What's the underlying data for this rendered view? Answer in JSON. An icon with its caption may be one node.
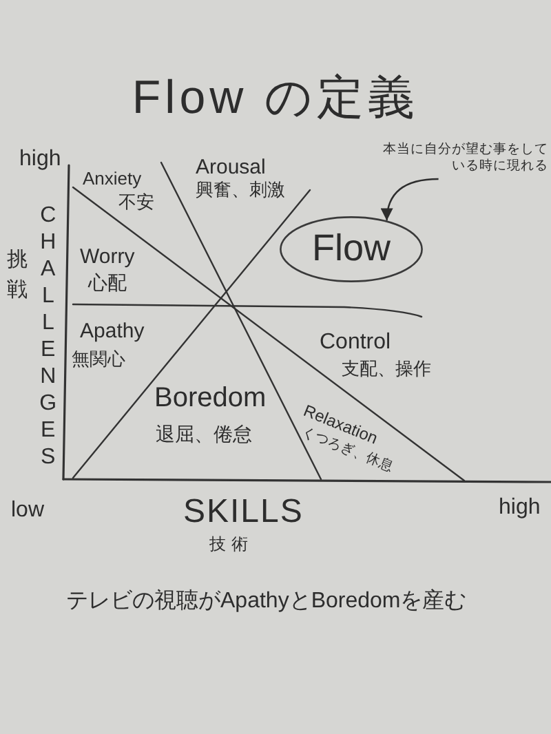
{
  "diagram": {
    "title": "Flow の定義",
    "nodes": [
      {
        "text": [
          "本当に自分が望む事をしている時に現れる"
        ]
      },
      {
        "text": [
          "Flow"
        ]
      }
    ],
    "edges": [
      {
        "from": 0,
        "to": 1,
        "arrow": "to"
      }
    ],
    "labels": [
      "high",
      "Anxiety",
      "不安",
      "Arousal",
      "興奮、刺激",
      "CHALLENGES",
      "挑戦",
      "Worry",
      "心配",
      "Apathy",
      "無関心",
      "Control",
      "支配、操作",
      "Boredom",
      "退屈、倦怠",
      "Relaxation",
      "くつろぎ、休息",
      "low",
      "SKILLS",
      "技術",
      "high"
    ],
    "caption": "テレビの視聴がApathyとBoredomを産む"
  }
}
